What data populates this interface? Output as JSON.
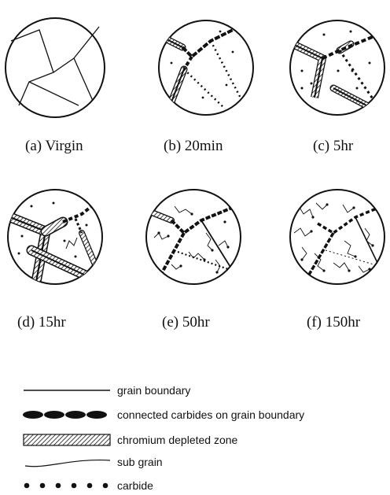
{
  "panels": [
    {
      "caption": "(a)  Virgin"
    },
    {
      "caption": "(b)  20min"
    },
    {
      "caption": "(c)  5hr"
    },
    {
      "caption": "(d)  15hr"
    },
    {
      "caption": "(e)  50hr"
    },
    {
      "caption": "(f)  150hr"
    }
  ],
  "legend": [
    {
      "label": "grain boundary"
    },
    {
      "label": "connected  carbides  on  grain boundary"
    },
    {
      "label": "chromium depleted zone"
    },
    {
      "label": "sub grain"
    },
    {
      "label": "carbide"
    }
  ]
}
